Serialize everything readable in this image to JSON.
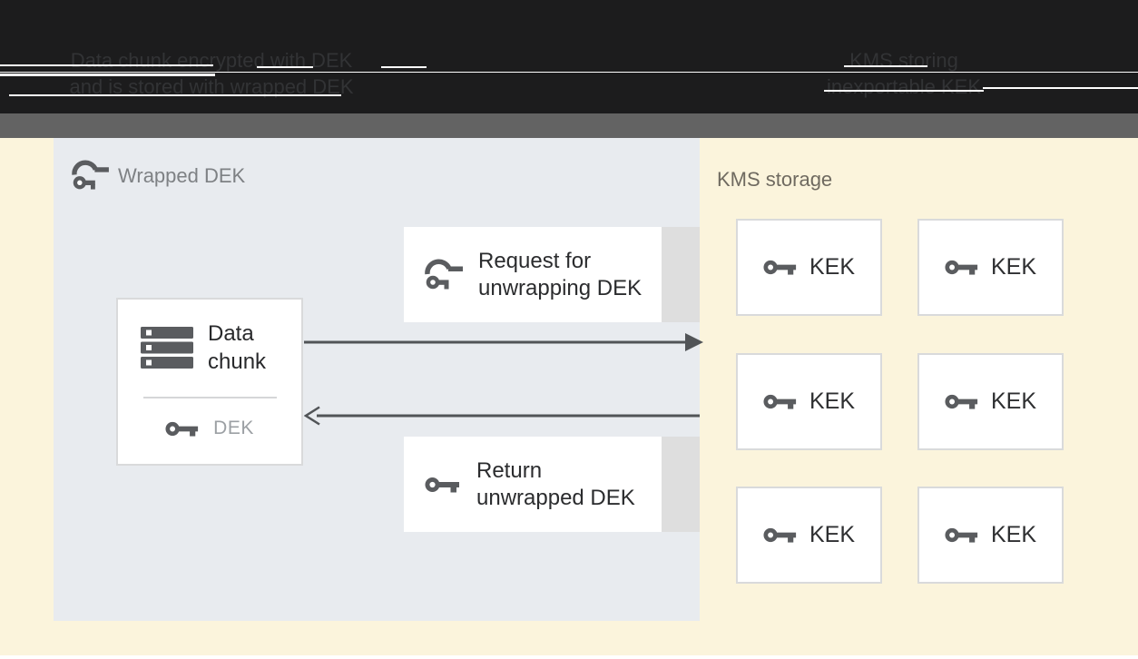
{
  "header": {
    "caption_left": {
      "line1": "Data chunk encrypted with DEK",
      "line2": "and is stored with wrapped DEK"
    },
    "caption_right": {
      "line1": "KMS storing",
      "line2": "inexportable KEK"
    }
  },
  "panel": {
    "title": "Wrapped DEK",
    "data_chunk": {
      "line1": "Data",
      "line2": "chunk",
      "key_label": "DEK"
    },
    "request": {
      "line1": "Request for",
      "line2": "unwrapping DEK"
    },
    "return": {
      "line1": "Return",
      "line2": "unwrapped DEK"
    }
  },
  "kms": {
    "title": "KMS storage",
    "keys": [
      {
        "label": "KEK"
      },
      {
        "label": "KEK"
      },
      {
        "label": "KEK"
      },
      {
        "label": "KEK"
      },
      {
        "label": "KEK"
      },
      {
        "label": "KEK"
      }
    ]
  },
  "icons": {
    "wrapped_key": "wrapped-key-icon",
    "key": "key-icon",
    "data_chunk": "storage-stack-icon",
    "request_arrow": "arrow-right",
    "return_arrow": "arrow-left"
  },
  "colors": {
    "header_bg": "#1c1c1d",
    "gray_bar": "#636363",
    "cream_bg": "#fbf4dc",
    "panel_bg": "#e8ebef",
    "box_border": "#d9dadb",
    "box_side_strip": "#dedede",
    "icon_gray": "#5a5c5f",
    "arrow_gray": "#515457",
    "text_dark": "#2b2c2e",
    "text_muted": "#9ca0a4"
  }
}
